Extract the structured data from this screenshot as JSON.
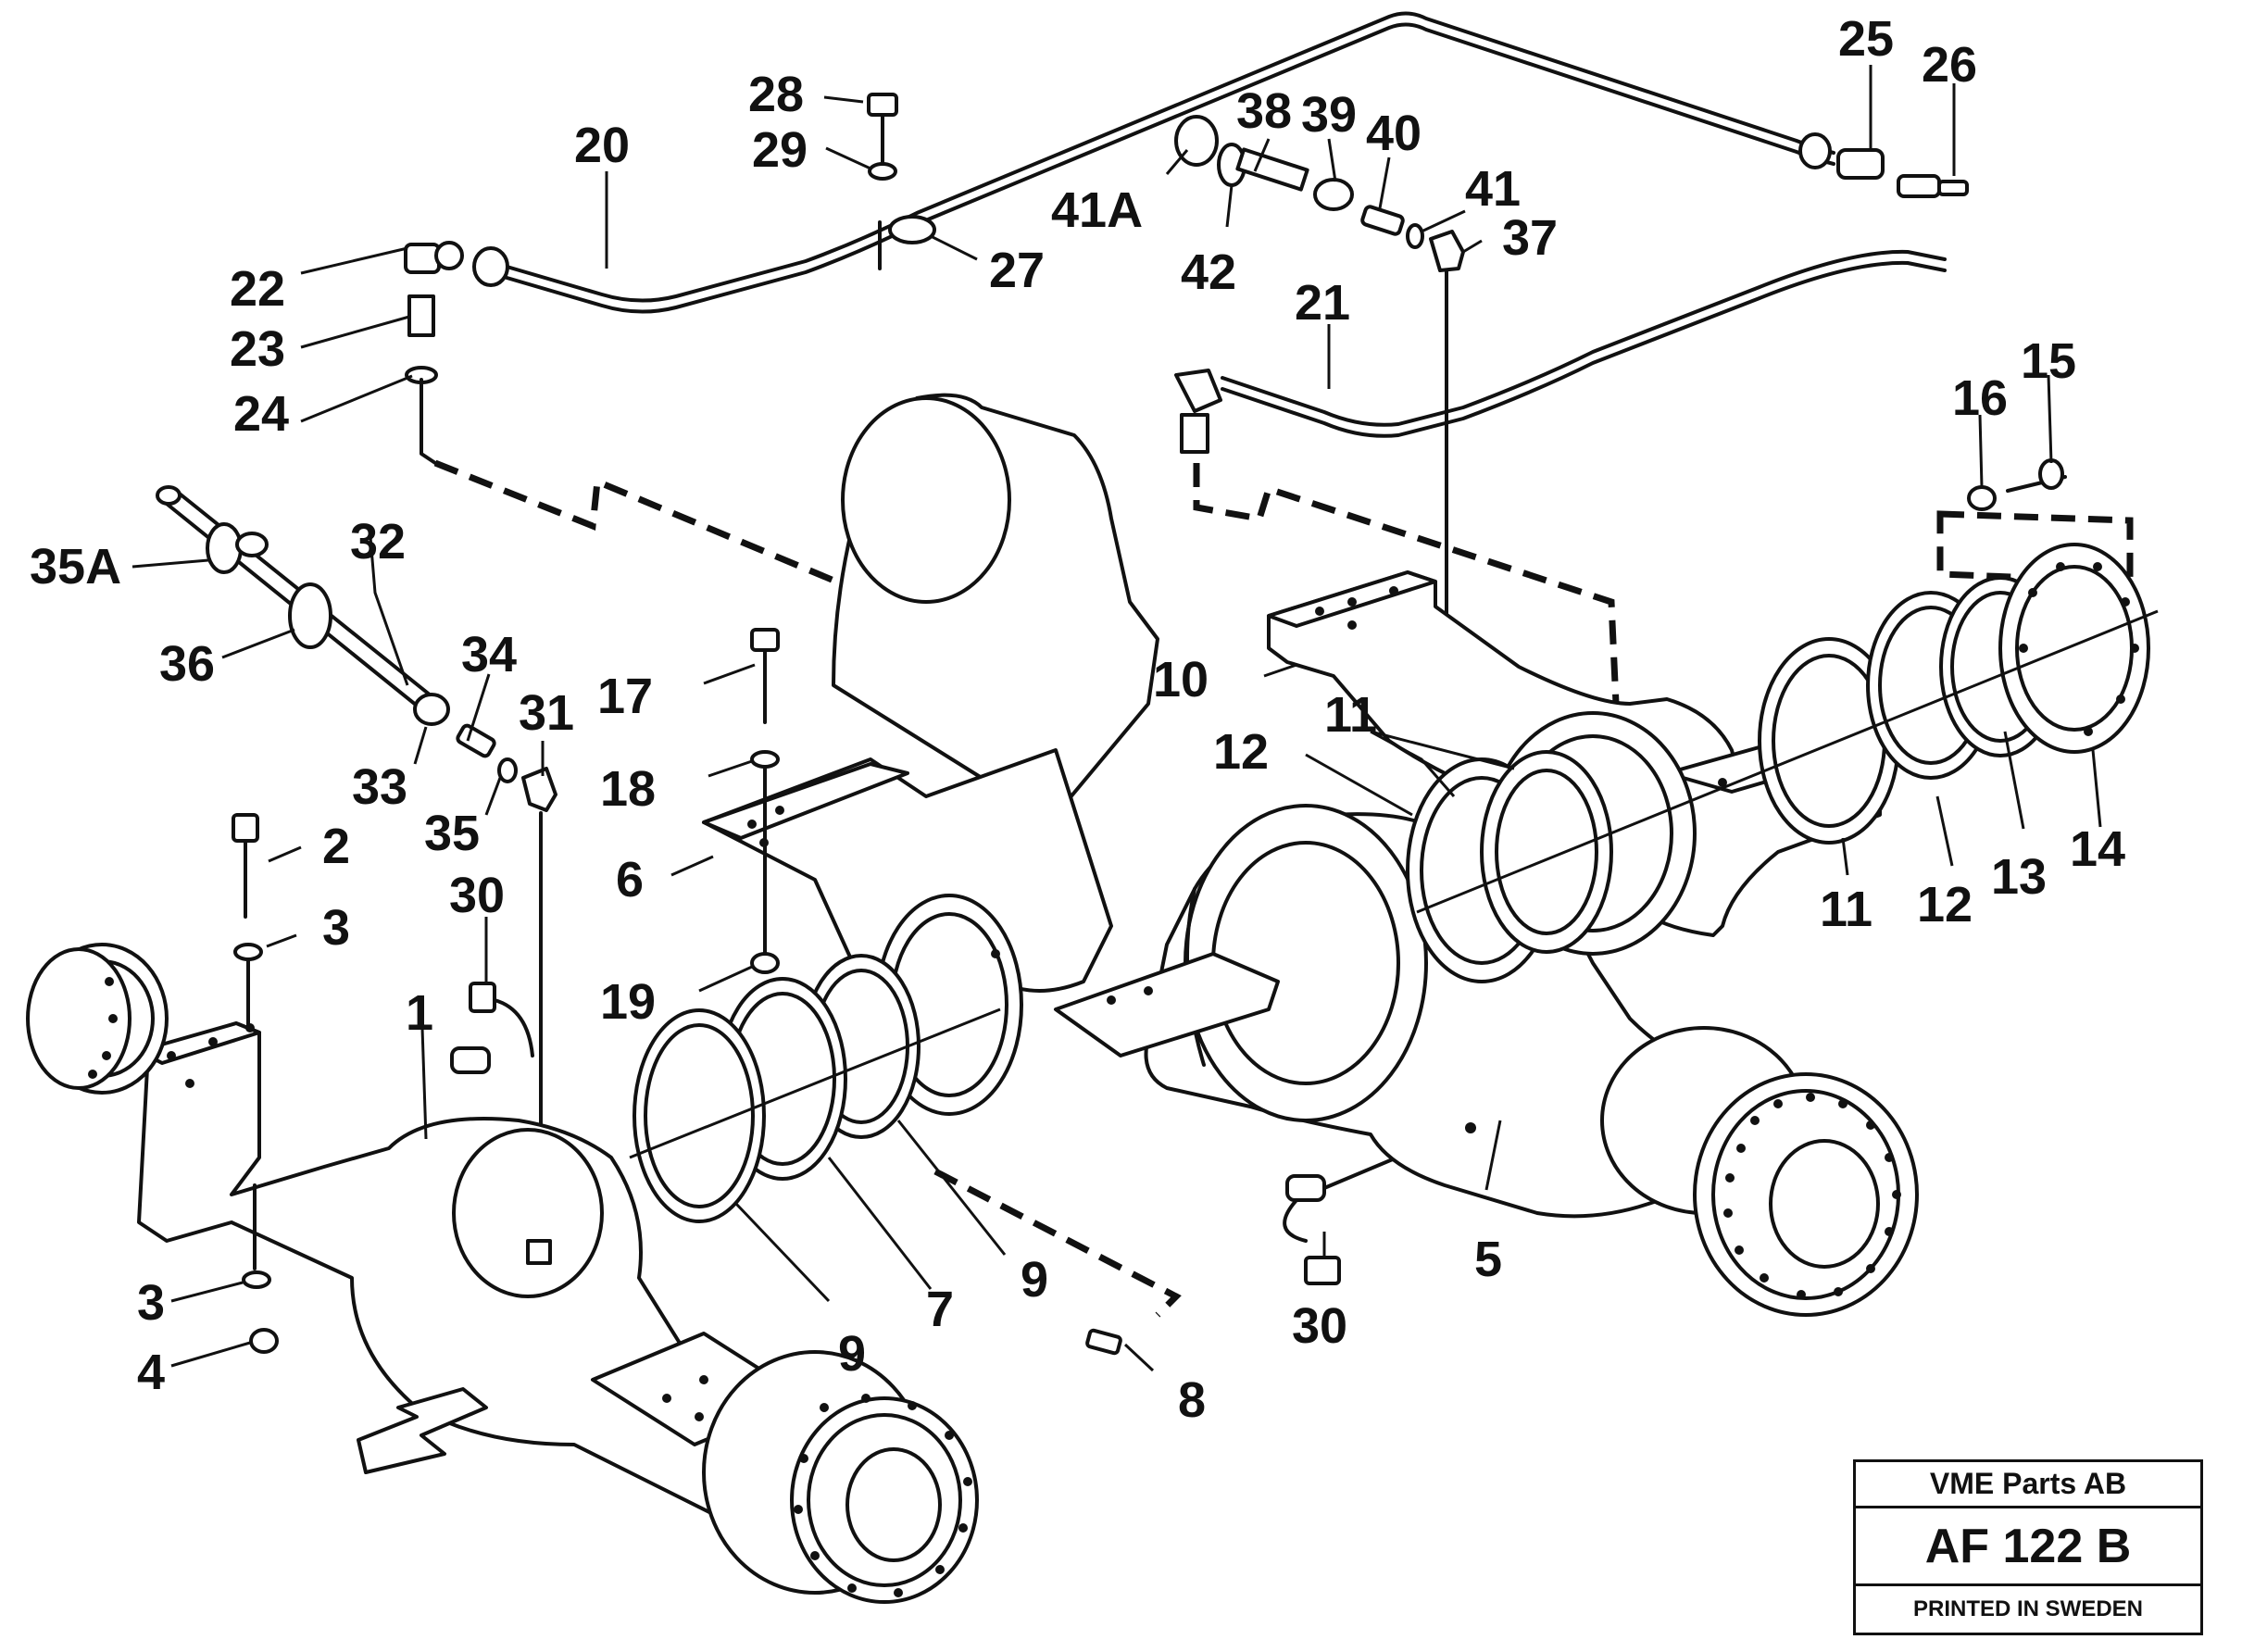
{
  "title_block": {
    "company": "VME Parts AB",
    "code": "AF 122 B",
    "printed": "PRINTED IN SWEDEN"
  },
  "callouts": [
    "1",
    "2",
    "3",
    "3",
    "4",
    "5",
    "6",
    "7",
    "8",
    "9",
    "9",
    "10",
    "11",
    "11",
    "12",
    "12",
    "13",
    "14",
    "15",
    "16",
    "17",
    "18",
    "19",
    "20",
    "21",
    "22",
    "23",
    "24",
    "25",
    "26",
    "27",
    "28",
    "29",
    "30",
    "30",
    "31",
    "32",
    "33",
    "34",
    "35",
    "35A",
    "36",
    "37",
    "38",
    "39",
    "40",
    "41",
    "41A",
    "42"
  ]
}
